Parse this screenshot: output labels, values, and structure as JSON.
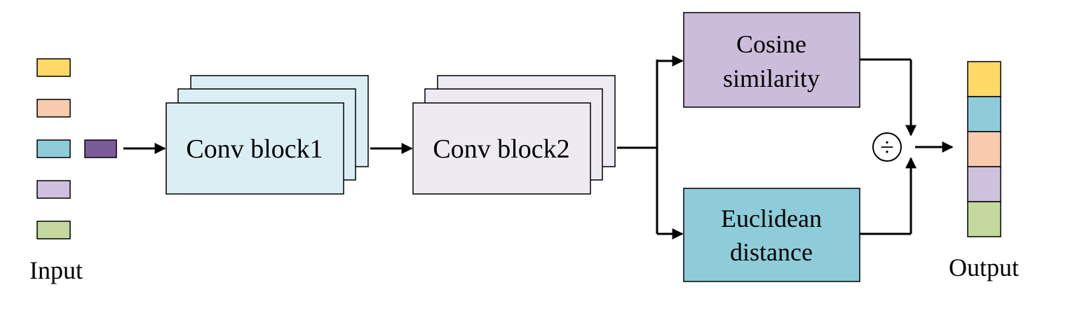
{
  "input": {
    "label": "Input",
    "token_colors": [
      "#FFD966",
      "#F8CBAD",
      "#8ECCDA",
      "#CEC1DD",
      "#C5D89E"
    ],
    "selected_color": "#7A5C9A"
  },
  "conv1": {
    "label": "Conv block1",
    "fill": "#DBEEF3"
  },
  "conv2": {
    "label": "Conv block2",
    "fill": "#EDEAF2"
  },
  "cosine": {
    "line1": "Cosine",
    "line2": "similarity",
    "fill": "#CBBDD9"
  },
  "euclidean": {
    "line1": "Euclidean",
    "line2": "distance",
    "fill": "#8ECCDA"
  },
  "divide_symbol": "÷",
  "output": {
    "label": "Output",
    "colors": [
      "#FFD966",
      "#8ECCDA",
      "#F8CBAD",
      "#CEC1DD",
      "#C5D89E"
    ]
  }
}
